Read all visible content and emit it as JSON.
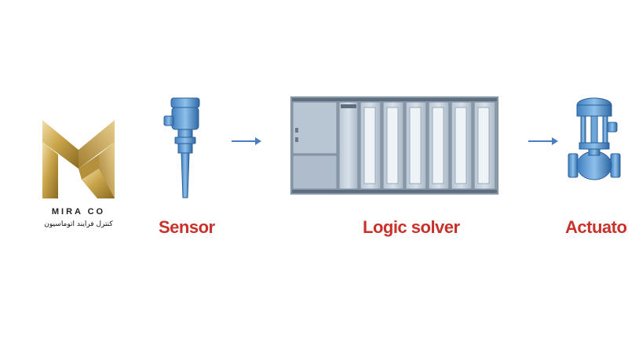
{
  "logo": {
    "name": "MIRA CO",
    "subtitle": "کنترل فرایند اتوماسیون"
  },
  "diagram": {
    "nodes": [
      {
        "id": "sensor",
        "label": "Sensor",
        "icon": "level-sensor-icon"
      },
      {
        "id": "logic-solver",
        "label": "Logic solver",
        "icon": "plc-rack-icon"
      },
      {
        "id": "actuator",
        "label": "Actuator",
        "icon": "control-valve-icon"
      }
    ],
    "edges": [
      {
        "from": "sensor",
        "to": "logic-solver"
      },
      {
        "from": "logic-solver",
        "to": "actuator"
      }
    ]
  },
  "colors": {
    "label": "#c8322b",
    "device_blue": "#5b9bd5",
    "device_dark": "#2e6aa8",
    "rack_gray": "#9aa7b4",
    "arrow": "#4a7fbf",
    "logo_gold": "#c9a44a"
  }
}
